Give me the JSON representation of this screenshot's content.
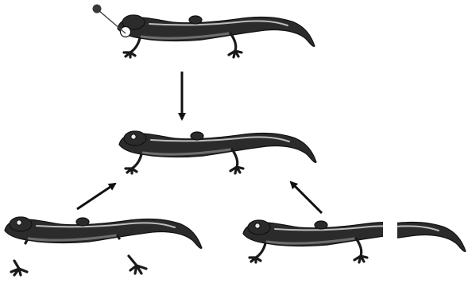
{
  "diagram": {
    "type": "regeneration-diagram",
    "subject": "salamander",
    "colors": {
      "body": "#2b2b2b",
      "belly": "#6e6e6e",
      "stripe": "#bdbdbd",
      "outline": "#111111",
      "arrow": "#111111",
      "eye_bead": "#3a3a3a",
      "background": "#ffffff"
    },
    "nodes": [
      {
        "id": "eye-removed",
        "icon": "salamander-eye-removed-icon"
      },
      {
        "id": "regenerated",
        "icon": "salamander-intact-icon"
      },
      {
        "id": "limbs-removed",
        "icon": "salamander-limbs-severed-icon"
      },
      {
        "id": "tail-removed",
        "icon": "salamander-tail-severed-icon"
      }
    ],
    "edges": [
      {
        "from": "eye-removed",
        "to": "regenerated",
        "icon": "arrow-down-icon"
      },
      {
        "from": "limbs-removed",
        "to": "regenerated",
        "icon": "arrow-up-right-icon"
      },
      {
        "from": "tail-removed",
        "to": "regenerated",
        "icon": "arrow-up-left-icon"
      }
    ]
  }
}
